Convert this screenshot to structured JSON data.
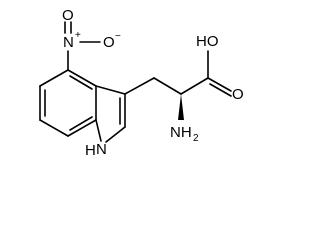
{
  "molecule": {
    "atoms": {
      "oxygen_top": "O",
      "oxygen_right": "O",
      "nitrogen_nitro": "N",
      "charge_plus": "+",
      "charge_minus": "−",
      "hydroxyl": "HO",
      "amine": "NH",
      "amine_subscript": "2",
      "indole_nh": "H",
      "indole_n": "N"
    }
  }
}
